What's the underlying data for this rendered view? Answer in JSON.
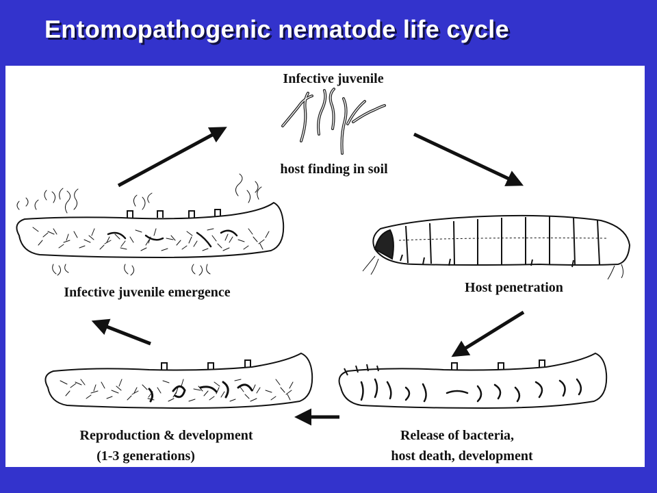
{
  "title": "Entomopathogenic nematode life cycle",
  "colors": {
    "background": "#3333cc",
    "panel": "#ffffff",
    "ink": "#111111",
    "title_text": "#ffffff"
  },
  "stages": {
    "infective_juvenile": {
      "label": "Infective juvenile",
      "sublabel": "host finding in soil"
    },
    "host_penetration": {
      "label": "Host penetration"
    },
    "release": {
      "label_line1": "Release of bacteria,",
      "label_line2": "host death, development"
    },
    "reproduction": {
      "label_line1": "Reproduction & development",
      "label_line2": "(1-3  generations)"
    },
    "emergence": {
      "label": "Infective juvenile emergence"
    }
  }
}
